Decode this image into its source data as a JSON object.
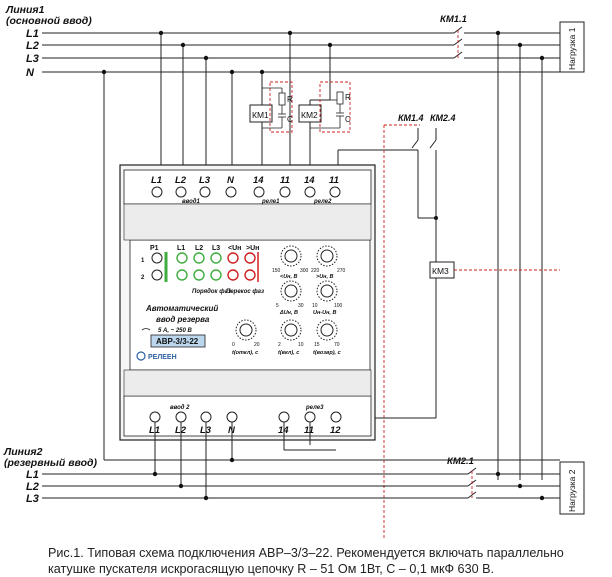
{
  "line1": {
    "title": "Линия1",
    "subtitle": "(основной ввод)"
  },
  "line2": {
    "title": "Линия2",
    "subtitle": "(резервный ввод)"
  },
  "phases": {
    "l1": "L1",
    "l2": "L2",
    "l3": "L3",
    "n": "N"
  },
  "contacts": {
    "km1_1": "КМ1.1",
    "km2_1": "КМ2.1",
    "km1_4": "КМ1.4",
    "km2_4": "КМ2.4",
    "km3": "КМ3"
  },
  "coils": {
    "km1": "КМ1",
    "km2": "КМ2",
    "r": "R",
    "c": "C"
  },
  "loads": {
    "top": "Нагрузка 1",
    "bottom": "Нагрузка 2"
  },
  "device": {
    "top_terminals": [
      "L1",
      "L2",
      "L3",
      "N",
      "14",
      "11",
      "14",
      "11"
    ],
    "top_group_labels": [
      "ввод1",
      "реле1",
      "реле2"
    ],
    "bottom_terminals": [
      "L1",
      "L2",
      "L3",
      "N",
      "14",
      "11",
      "12"
    ],
    "bottom_group_labels": [
      "ввод 2",
      "реле3"
    ],
    "panel_labels": [
      "P1",
      "L1",
      "L2",
      "L3",
      "<Uн",
      ">Uн"
    ],
    "side_labels": [
      "1",
      "2"
    ],
    "led_labels": [
      "Порядок фаз",
      "Перекос фаз"
    ],
    "knob_labels": [
      "<Uн, В",
      ">Uн, В",
      "ΔUн, В",
      "Uн-Uн, В",
      "t(откл), с",
      "t(вкл), с",
      "t(возвр), с"
    ],
    "scale_marks": [
      "150",
      "300",
      "220",
      "270",
      "5",
      "30",
      "10",
      "100",
      "0",
      "20",
      "2",
      "10",
      "15",
      "70"
    ],
    "name_line1": "Автоматический",
    "name_line2": "ввод резерва",
    "rating": "5 А, ~ 250 В",
    "model": "АВР-3/3-22",
    "brand": "РЕЛЕЕН"
  },
  "caption": {
    "line1": "Рис.1. Типовая схема подключения АВР–3/3–22. Рекомендуется включать параллельно",
    "line2": "катушке пускателя искрогасящую цепочку R – 51 Ом 1Вт, С – 0,1 мкФ 630 В."
  },
  "colors": {
    "led_green": "#3fae3f",
    "led_red": "#d02020",
    "model_bg": "#bcd6ee",
    "dash": "#c22222"
  }
}
